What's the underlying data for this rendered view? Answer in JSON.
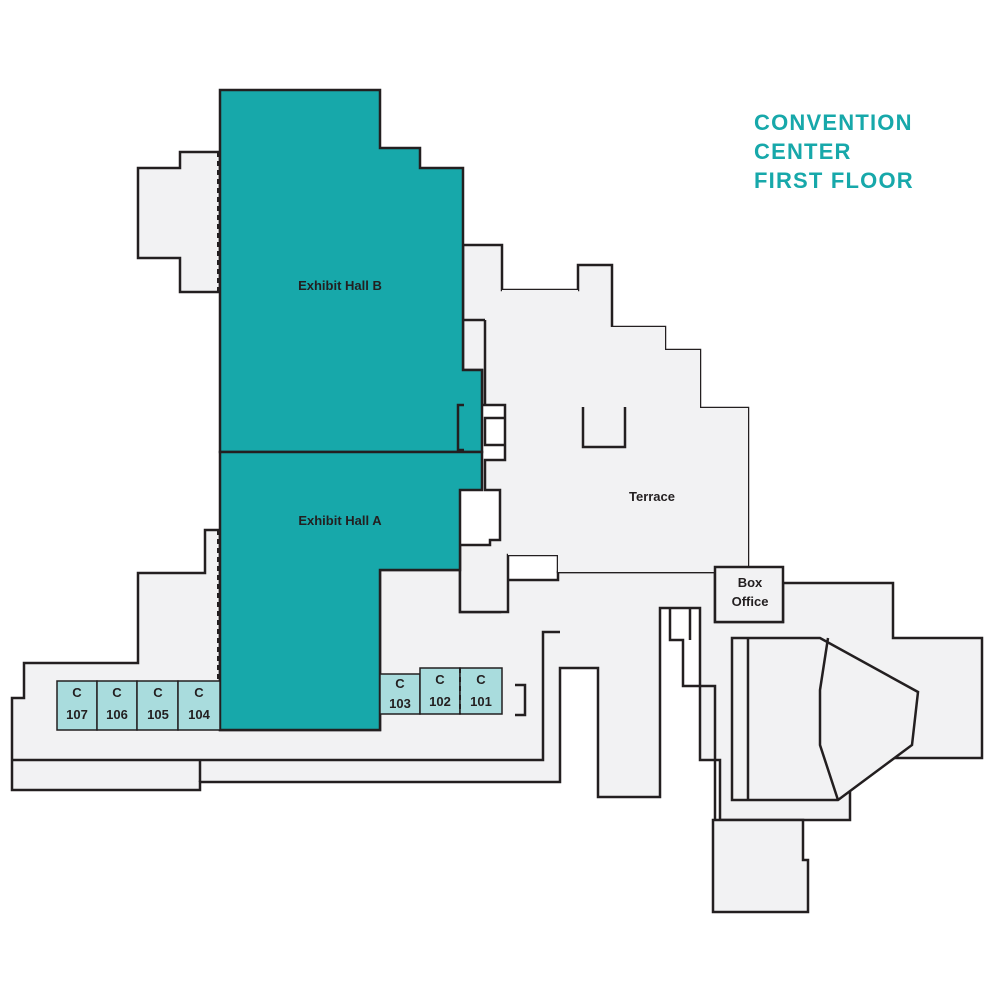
{
  "map": {
    "title_lines": [
      "CONVENTION",
      "CENTER",
      "FIRST FLOOR"
    ],
    "colors": {
      "hall": "#17a8aa",
      "meeting_room": "#a9dcdd",
      "floor": "#f2f2f3",
      "wall": "#231f20",
      "title": "#17a8aa"
    },
    "areas": {
      "exhibit_hall_b": "Exhibit Hall B",
      "exhibit_hall_a": "Exhibit Hall A",
      "terrace": "Terrace",
      "box_office_line1": "Box",
      "box_office_line2": "Office"
    },
    "meeting_rooms": [
      {
        "prefix": "C",
        "number": "107"
      },
      {
        "prefix": "C",
        "number": "106"
      },
      {
        "prefix": "C",
        "number": "105"
      },
      {
        "prefix": "C",
        "number": "104"
      },
      {
        "prefix": "C",
        "number": "103"
      },
      {
        "prefix": "C",
        "number": "102"
      },
      {
        "prefix": "C",
        "number": "101"
      }
    ]
  }
}
